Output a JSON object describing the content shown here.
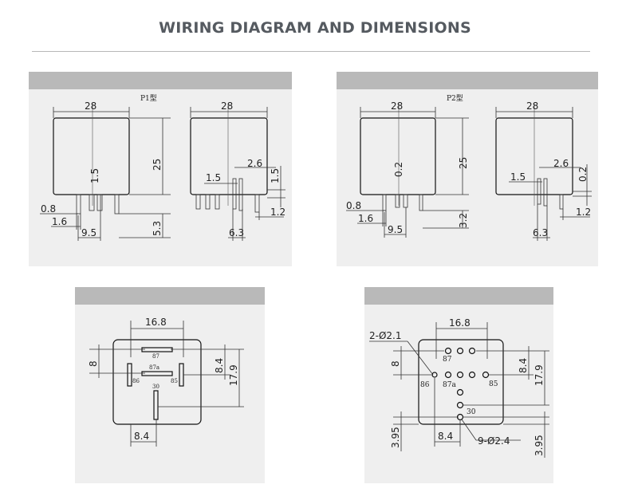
{
  "page": {
    "title": "WIRING DIAGRAM AND DIMENSIONS"
  },
  "p1": {
    "label": "P1型",
    "front": {
      "width": "28",
      "height": "25",
      "pin_offset": "1.5",
      "pin_thickness": "0.8",
      "pin_width": "1.6",
      "pin_spacing": "9.5",
      "pin_length": "5.3"
    },
    "side": {
      "width": "28",
      "pin_gap": "2.6",
      "pin_offset": "1.5",
      "pin_height": "1.5",
      "pin_spacing": "6.3",
      "pin_width": "1.2"
    }
  },
  "p2": {
    "label": "P2型",
    "front": {
      "width": "28",
      "height": "25",
      "pin_offset": "0.2",
      "pin_thickness": "0.8",
      "pin_width": "1.6",
      "pin_spacing": "9.5",
      "pin_length": "3.2"
    },
    "side": {
      "width": "28",
      "pin_gap": "2.6",
      "pin_offset": "1.5",
      "pin_height": "0.2",
      "pin_spacing": "6.3",
      "pin_width": "1.2"
    }
  },
  "wiring_left": {
    "top_width": "16.8",
    "left_height": "8",
    "right_height_a": "8.4",
    "right_height_b": "17.9",
    "bottom_width": "8.4",
    "pins": {
      "p87": "87",
      "p87a": "87a",
      "p86": "86",
      "p85": "85",
      "p30": "30"
    }
  },
  "wiring_right": {
    "top_width": "16.8",
    "hole_callout": "2-Ø2.1",
    "left_height": "8",
    "right_height_a": "8.4",
    "right_height_b": "17.9",
    "bottom_left": "3.95",
    "bottom_width": "8.4",
    "pin_callout": "9-Ø2.4",
    "bottom_right": "3.95",
    "pins": {
      "p87": "87",
      "p87a": "87a",
      "p86": "86",
      "p85": "85",
      "p30": "30"
    }
  }
}
